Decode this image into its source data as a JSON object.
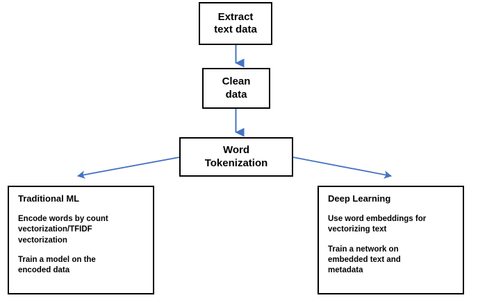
{
  "diagram": {
    "title": "NLP text processing pipeline flowchart",
    "accent_color": "#4472C4",
    "border_color": "#000000",
    "background_color": "#FFFFFF",
    "nodes": {
      "extract": {
        "label": "Extract\ntext data"
      },
      "clean": {
        "label": "Clean\ndata"
      },
      "tokenization": {
        "label": "Word\nTokenization"
      },
      "traditional": {
        "title": "Traditional ML",
        "paragraphs": [
          "Encode words by count\nvectorization/TFIDF\nvectorization",
          "Train a model on the\nencoded data"
        ]
      },
      "deep": {
        "title": "Deep Learning",
        "paragraphs": [
          "Use word embeddings for\nvectorizing text",
          "Train a network on\nembedded text and\nmetadata"
        ]
      }
    },
    "connectors": [
      {
        "name": "extract-to-clean",
        "from": "extract",
        "to": "clean",
        "style": "straight-down-arrow"
      },
      {
        "name": "clean-to-tokenization",
        "from": "clean",
        "to": "tokenization",
        "style": "straight-down-arrow"
      },
      {
        "name": "tokenization-to-traditional",
        "from": "tokenization",
        "to": "traditional",
        "style": "diagonal-down-left-arrow"
      },
      {
        "name": "tokenization-to-deep",
        "from": "tokenization",
        "to": "deep",
        "style": "diagonal-down-right-arrow"
      }
    ]
  }
}
